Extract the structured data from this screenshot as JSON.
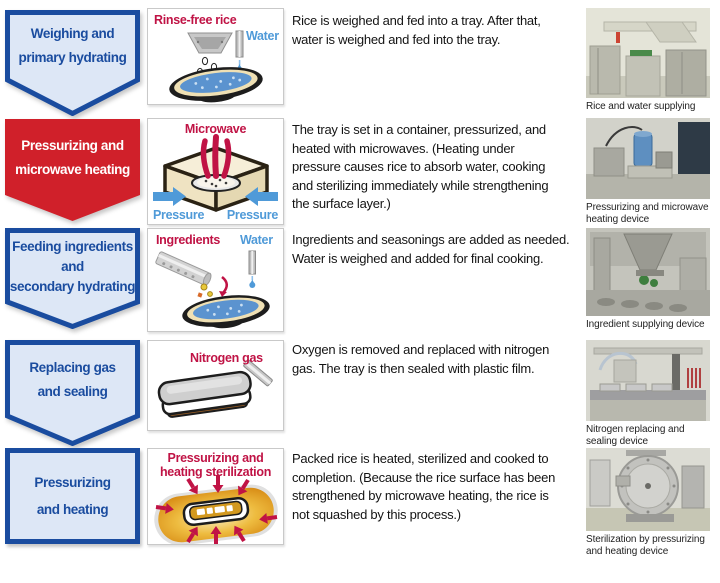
{
  "colors": {
    "banner_blue_border": "#1a4c9f",
    "banner_blue_fill": "#dde7f6",
    "banner_red_fill": "#d0202a",
    "label_crimson": "#c01345",
    "label_water_blue": "#4f9ad8"
  },
  "steps": [
    {
      "banner": {
        "style": "blue",
        "lines": [
          "Weighing and",
          "primary hydrating"
        ]
      },
      "illustration_labels": {
        "primary": "Rinse-free rice",
        "water": "Water"
      },
      "description": "Rice is weighed and fed into a tray. After that,\nwater is weighed and fed into the tray.",
      "photo_caption": "Rice and water supplying"
    },
    {
      "banner": {
        "style": "red",
        "lines": [
          "Pressurizing and",
          "microwave heating"
        ]
      },
      "illustration_labels": {
        "primary": "Microwave",
        "pressure_left": "Pressure",
        "pressure_right": "Pressure"
      },
      "description": "The tray is set in a container, pressurized, and\nheated with microwaves. (Heating under\npressure causes rice to absorb water, cooking\nand sterilizing immediately while strengthening\nthe surface layer.)",
      "photo_caption": "Pressurizing and microwave\nheating device"
    },
    {
      "banner": {
        "style": "blue",
        "lines": [
          "Feeding ingredients",
          "and",
          "secondary hydrating"
        ]
      },
      "illustration_labels": {
        "primary": "Ingredients",
        "water": "Water"
      },
      "description": "Ingredients and seasonings are added as needed.\nWater is weighed and added for final cooking.",
      "photo_caption": "Ingredient supplying device"
    },
    {
      "banner": {
        "style": "blue",
        "lines": [
          "Replacing gas",
          "and sealing"
        ]
      },
      "illustration_labels": {
        "primary": "Nitrogen gas"
      },
      "description": "Oxygen is removed and replaced with nitrogen\ngas. The tray is then sealed with plastic film.",
      "photo_caption": "Nitrogen replacing and\nsealing device"
    },
    {
      "banner": {
        "style": "blue",
        "lines": [
          "Pressurizing",
          "and heating"
        ]
      },
      "illustration_labels": {
        "primary_line1": "Pressurizing and",
        "primary_line2": "heating sterilization"
      },
      "description": "Packed rice is heated, sterilized and cooked to\ncompletion. (Because the rice surface has been\nstrengthened by microwave heating, the rice is\nnot squashed by this process.)",
      "photo_caption": "Sterilization by pressurizing\nand heating device"
    }
  ]
}
